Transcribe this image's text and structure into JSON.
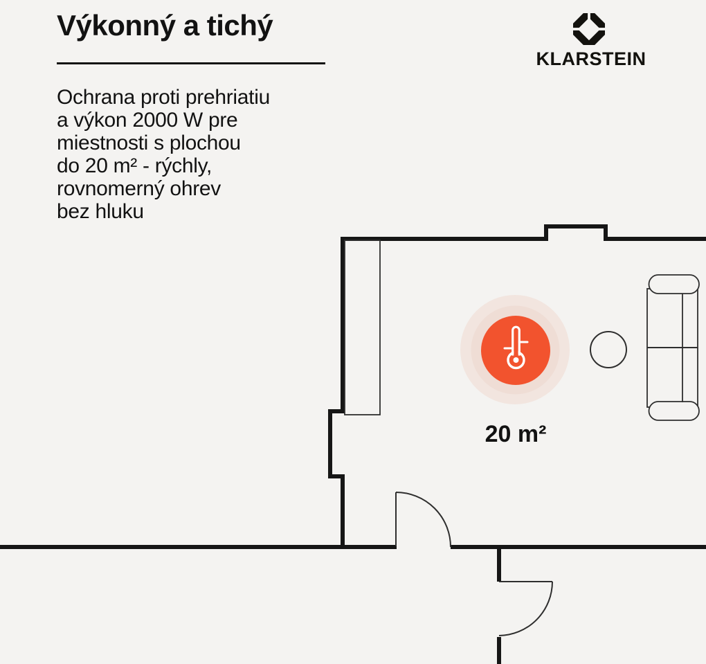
{
  "header": {
    "title": "Výkonný a tichý",
    "description": "Ochrana proti prehriatiu\na výkon 2000 W pre\nmiestnosti s plochou\ndo 20 m² - rýchly,\nrovnomerný ohrev\nbez hluku"
  },
  "brand": {
    "wordmark": "KLARSTEIN",
    "logo_icon": "klarstein-gem"
  },
  "floorplan": {
    "area_label": "20 m²",
    "heater": {
      "icon": "thermometer",
      "accent_color": "#F2532E",
      "halo_inner_color": "#EFDDD5",
      "halo_outer_color": "#F2E5DF"
    },
    "features": [
      "wardrobe",
      "entry-door",
      "side-door",
      "side-table",
      "sofa"
    ],
    "wall_color": "#161616",
    "background_color": "#F4F3F1"
  }
}
